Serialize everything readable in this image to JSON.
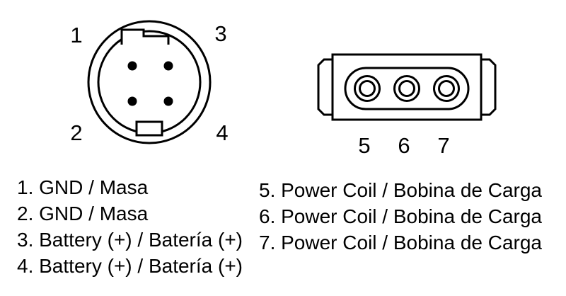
{
  "figure": {
    "type": "connector-pinout-diagram",
    "background": "#ffffff",
    "line_color": "#000000"
  },
  "connector_a": {
    "name": "4-pin round connector",
    "pin_labels": {
      "p1": "1",
      "p2": "2",
      "p3": "3",
      "p4": "4"
    }
  },
  "connector_b": {
    "name": "3-pin coil connector",
    "pin_labels": {
      "p5": "5",
      "p6": "6",
      "p7": "7"
    }
  },
  "legend": {
    "left": [
      "1. GND / Masa",
      "2. GND / Masa",
      "3. Battery (+) / Batería (+)",
      "4. Battery (+) / Batería (+)"
    ],
    "right": [
      "5. Power Coil / Bobina de Carga",
      "6. Power Coil / Bobina de Carga",
      "7. Power Coil / Bobina de Carga"
    ]
  }
}
